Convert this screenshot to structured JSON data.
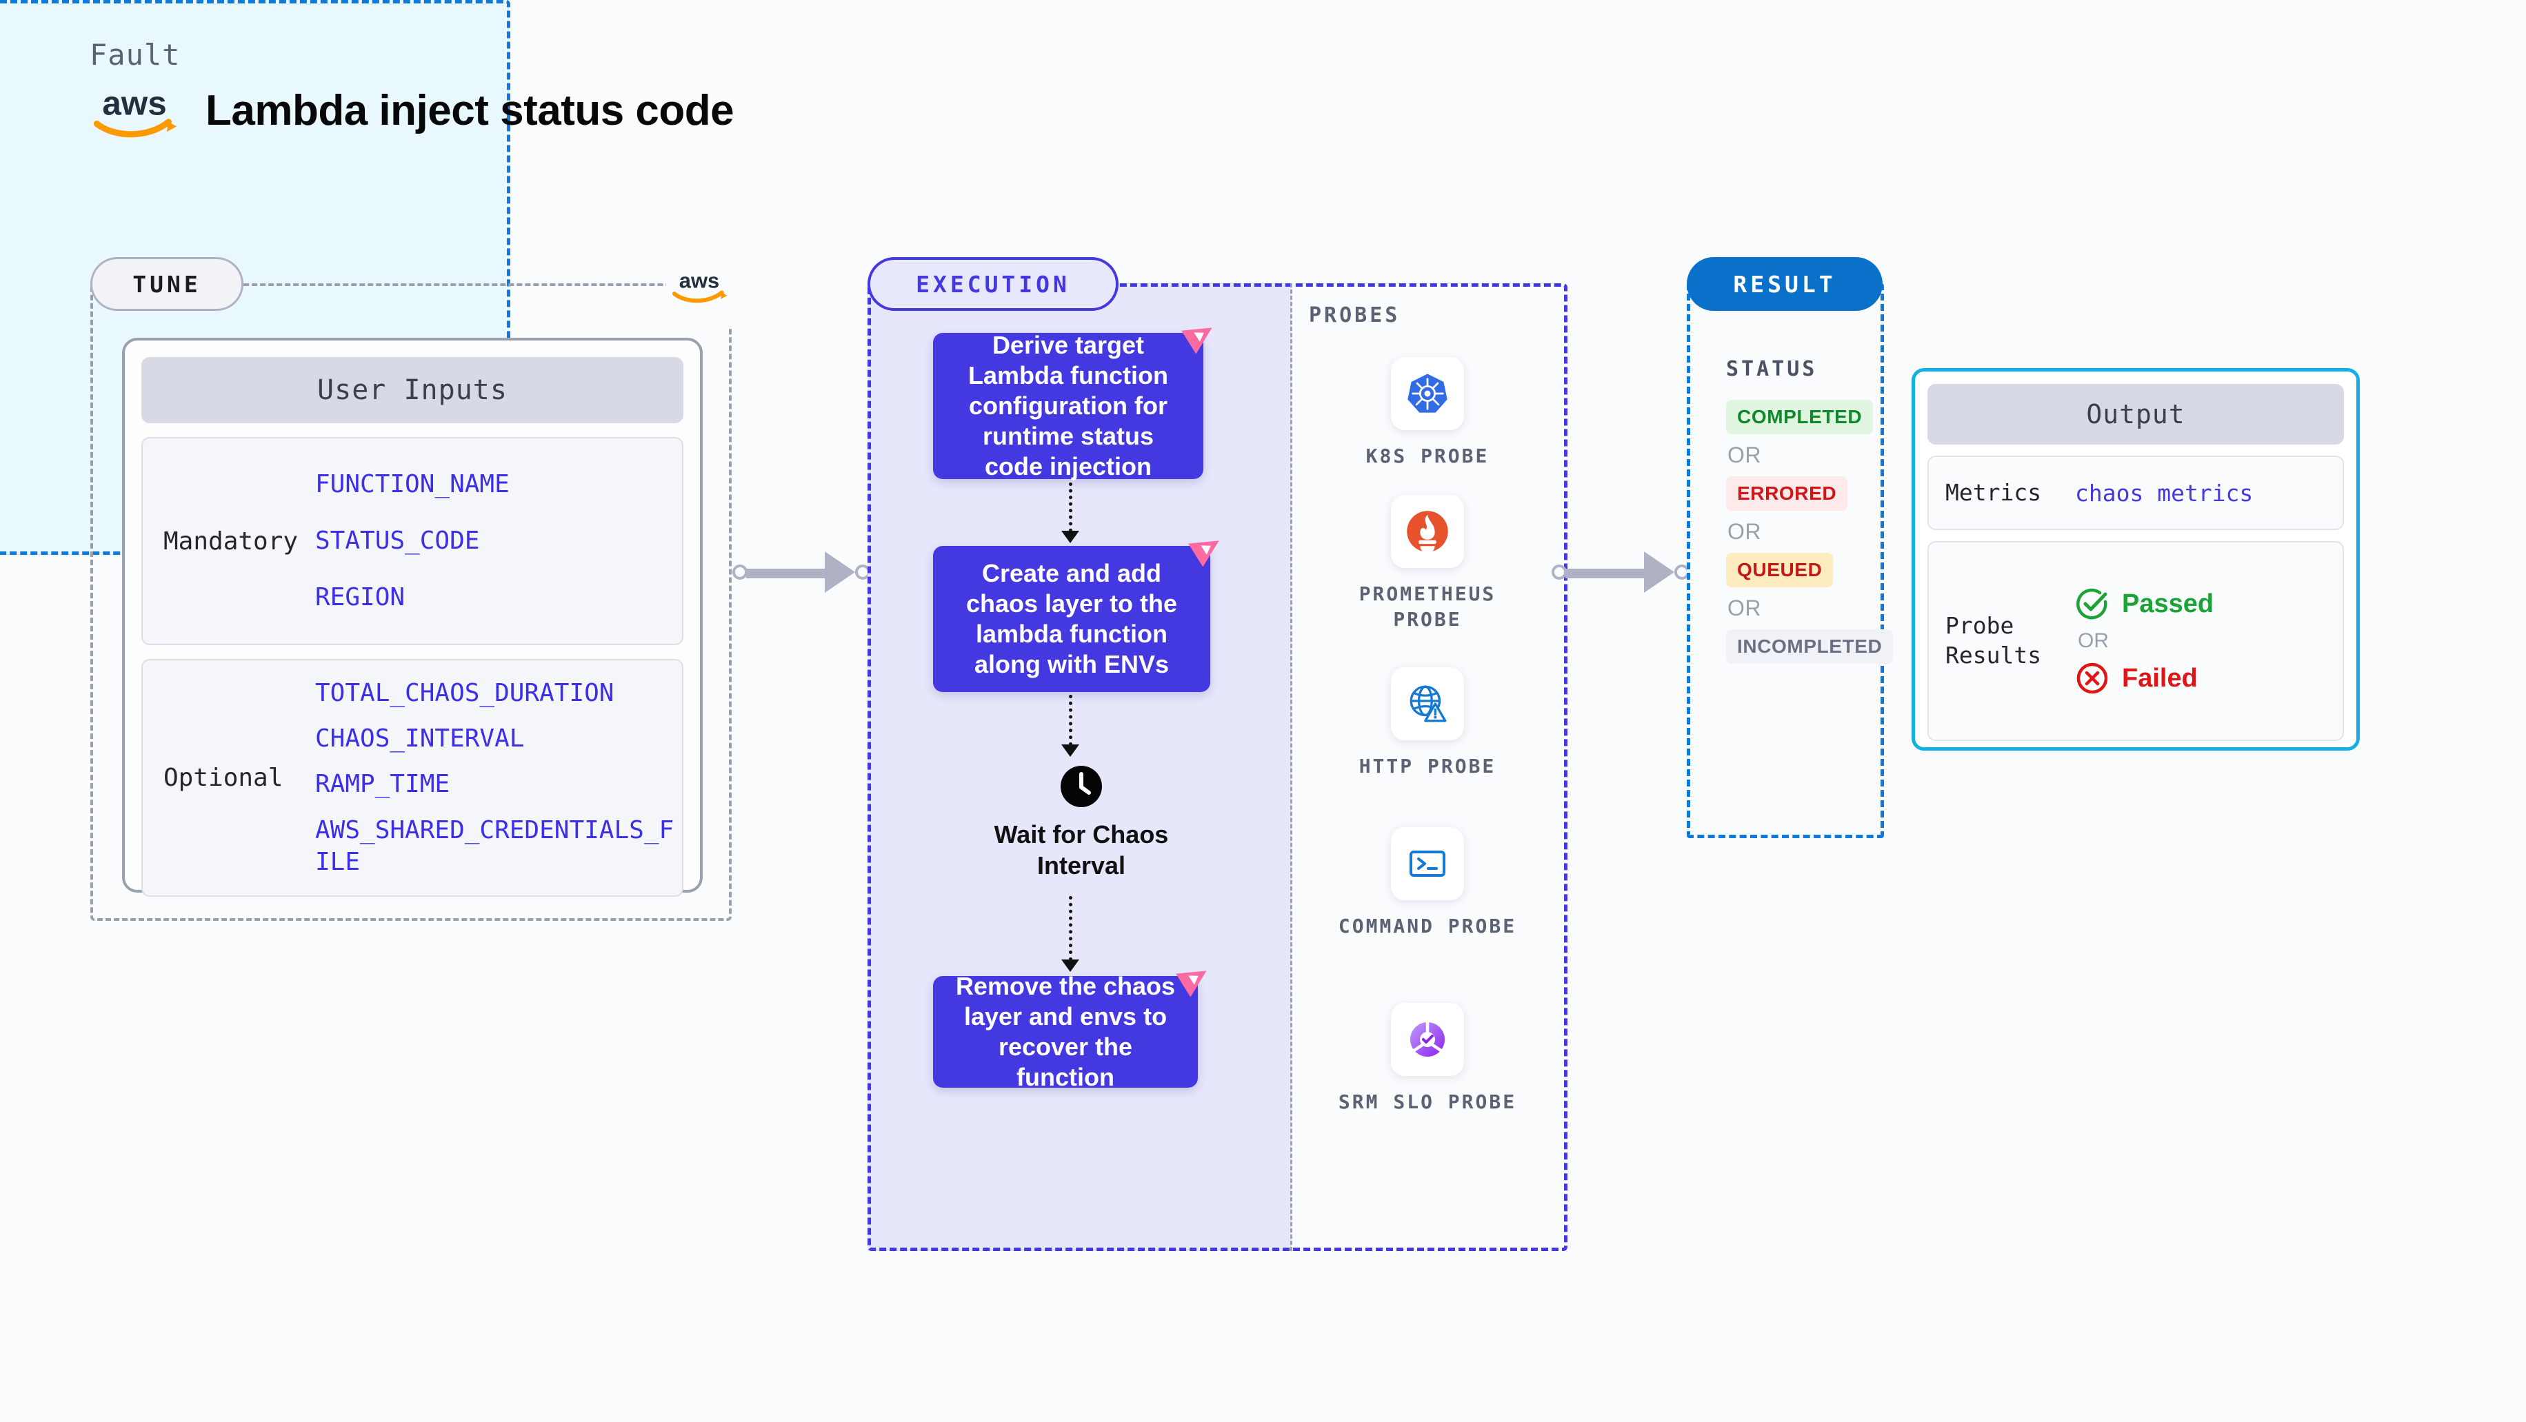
{
  "header": {
    "fault_label": "Fault",
    "title": "Lambda inject status code",
    "logo_name": "aws"
  },
  "tune": {
    "badge": "TUNE",
    "card_title": "User Inputs",
    "mandatory": {
      "label": "Mandatory",
      "vars": [
        "FUNCTION_NAME",
        "STATUS_CODE",
        "REGION"
      ]
    },
    "optional": {
      "label": "Optional",
      "vars": [
        "TOTAL_CHAOS_DURATION",
        "CHAOS_INTERVAL",
        "RAMP_TIME",
        "AWS_SHARED_CREDENTIALS_FILE"
      ]
    }
  },
  "execution": {
    "badge": "EXECUTION",
    "steps": [
      "Derive target Lambda function configuration for runtime status code injection",
      "Create and add chaos layer to the lambda function along with ENVs",
      "Remove the chaos layer and envs to recover the function"
    ],
    "wait_label": "Wait for Chaos Interval",
    "probes_label": "PROBES",
    "probes": [
      {
        "name": "K8S PROBE",
        "icon": "kubernetes-icon"
      },
      {
        "name": "PROMETHEUS PROBE",
        "icon": "prometheus-icon"
      },
      {
        "name": "HTTP PROBE",
        "icon": "http-globe-icon"
      },
      {
        "name": "COMMAND PROBE",
        "icon": "terminal-icon"
      },
      {
        "name": "SRM SLO PROBE",
        "icon": "srm-slo-icon"
      }
    ]
  },
  "result": {
    "badge": "RESULT",
    "status_label": "STATUS",
    "or_label": "OR",
    "statuses": [
      {
        "label": "COMPLETED",
        "color": "#11872b",
        "bg": "#e0f6e1"
      },
      {
        "label": "ERRORED",
        "color": "#d51515",
        "bg": "#fdeaea"
      },
      {
        "label": "QUEUED",
        "color": "#c41818",
        "bg": "#fdecc0"
      },
      {
        "label": "INCOMPLETED",
        "color": "#6b7182",
        "bg": "#f1f2f7"
      }
    ],
    "output": {
      "title": "Output",
      "metrics_label": "Metrics",
      "metrics_value": "chaos metrics",
      "probe_results_label": "Probe Results",
      "passed": "Passed",
      "failed": "Failed",
      "or_label": "OR",
      "passed_color": "#1ba336",
      "failed_color": "#e01616"
    }
  },
  "colors": {
    "accent_purple": "#4438e0",
    "accent_blue": "#0a71ca",
    "chaos_pink": "#fb6aa0",
    "panel_lavender": "#e6e7fb",
    "panel_cyan": "#e9f8fd"
  }
}
